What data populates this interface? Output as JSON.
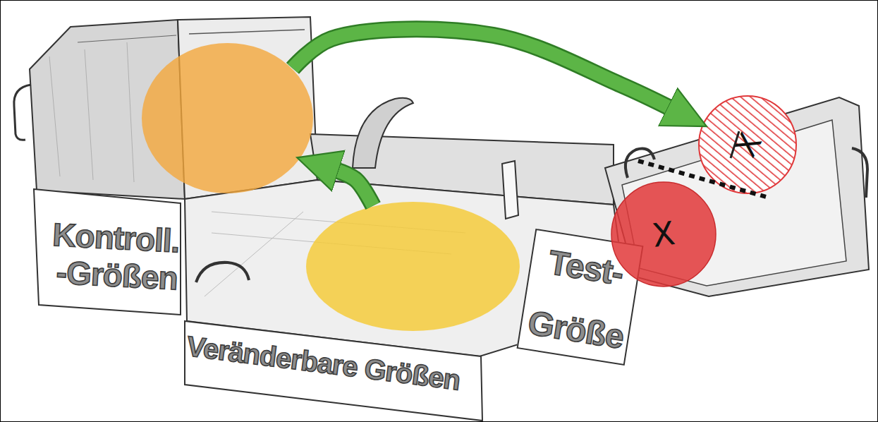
{
  "diagram": {
    "nodes": [
      {
        "text": [
          "Kontroll. -Größen"
        ]
      },
      {
        "text": [
          "Veränderbare Größen"
        ]
      },
      {
        "text": [
          "Test- Größe"
        ]
      },
      {
        "text": [
          "X"
        ]
      },
      {
        "text": [
          "X"
        ]
      }
    ],
    "edges": [
      {
        "from": 1,
        "to": 0,
        "arrow": "to"
      },
      {
        "from": 0,
        "to": 3,
        "arrow": "to"
      }
    ]
  }
}
